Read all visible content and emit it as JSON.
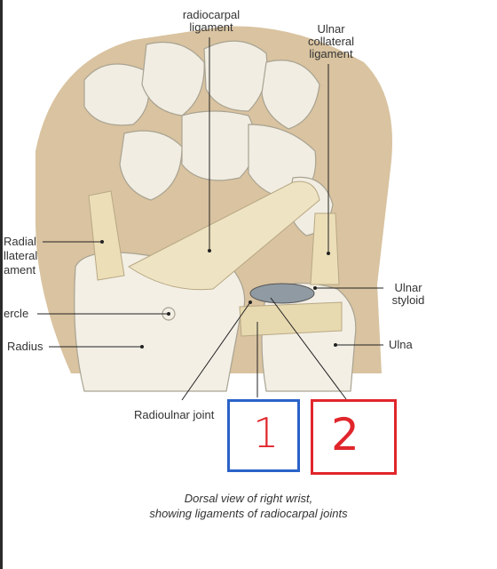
{
  "labels": {
    "dorsal_radiocarpal": "radiocarpal\nligament",
    "ulnar_collateral": "Ulnar\ncollateral\nligament",
    "radial_collateral": "Radial\ncollateral\nligament",
    "tubercle": "ercle",
    "radius": "Radius",
    "ulnar_styloid": "Ulnar\nstyloid",
    "ulna": "Ulna",
    "radioulnar_joint": "Radioulnar joint"
  },
  "radial_collateral_lines": [
    "Radial",
    "llateral",
    "ament"
  ],
  "caption": {
    "line1": "Dorsal view of right wrist,",
    "line2": "showing ligaments of radiocarpal joints"
  },
  "annotations": {
    "box1_mark": "1",
    "box2_mark": "2",
    "box1_color": "#2a62c8",
    "box2_color": "#e0262c"
  }
}
